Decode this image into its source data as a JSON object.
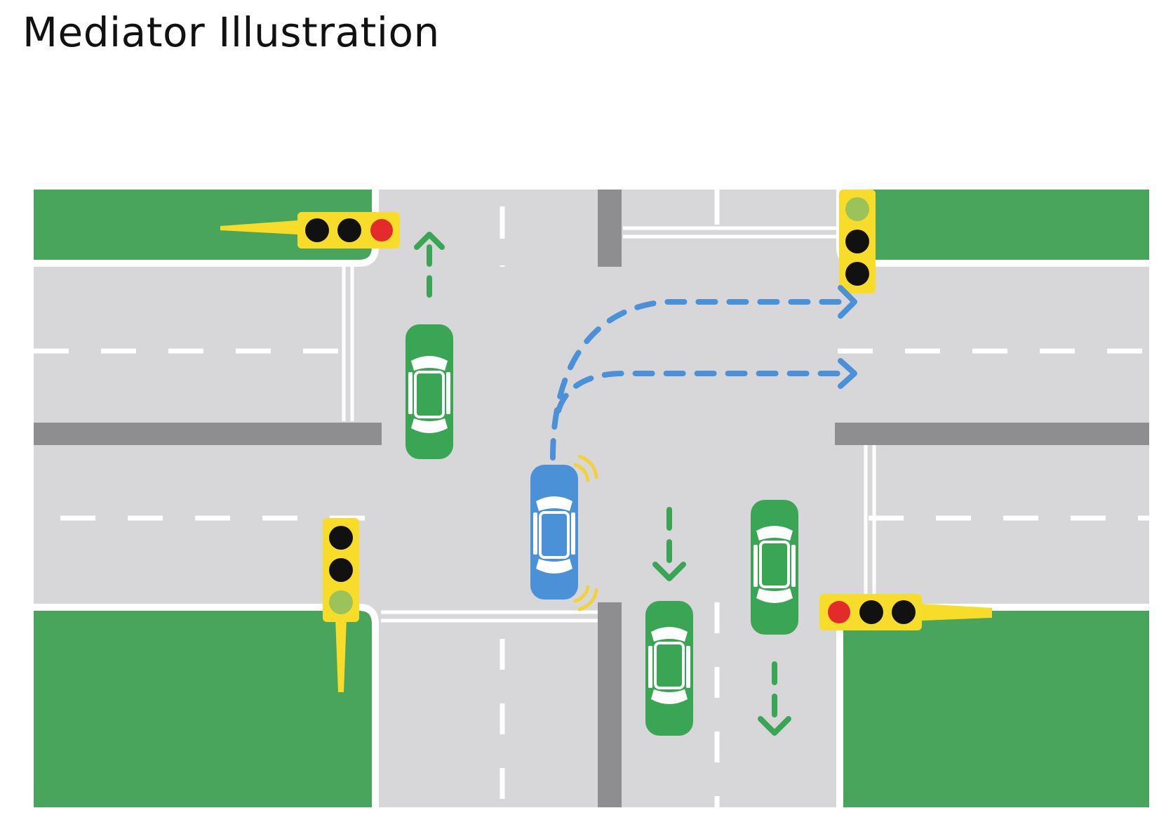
{
  "slide": {
    "title": "Mediator Illustration"
  },
  "colors": {
    "grass": "#48a55b",
    "road": "#d7d7da",
    "curb": "#ffffff",
    "median": "#8e8e91",
    "lane_dash": "#ffffff",
    "signal_body": "#f7dd2a",
    "light_off": "#111111",
    "light_red": "#e32b2b",
    "light_green": "#9bc35a",
    "car_green": "#3aa655",
    "car_blue": "#4b91d8",
    "path_green": "#3aa655",
    "path_blue": "#4b91d8",
    "sensor": "#f2d23c"
  },
  "diagram": {
    "signals": [
      {
        "name": "signal-top-left",
        "orientation": "horizontal",
        "lights": [
          "off",
          "off",
          "red"
        ]
      },
      {
        "name": "signal-top-right",
        "orientation": "vertical",
        "lights": [
          "green",
          "off",
          "off"
        ]
      },
      {
        "name": "signal-bottom-left",
        "orientation": "vertical",
        "lights": [
          "off",
          "off",
          "green"
        ]
      },
      {
        "name": "signal-bottom-right",
        "orientation": "horizontal",
        "lights": [
          "red",
          "off",
          "off"
        ]
      }
    ],
    "vehicles": [
      {
        "name": "car-green-northbound",
        "color": "green",
        "heading": "north"
      },
      {
        "name": "car-blue-center",
        "color": "blue",
        "heading": "north",
        "sensors": true
      },
      {
        "name": "car-green-southbound-left",
        "color": "green",
        "heading": "south"
      },
      {
        "name": "car-green-southbound-right",
        "color": "green",
        "heading": "south"
      }
    ],
    "paths": [
      {
        "name": "path-green-straight-north",
        "color": "green",
        "style": "dashed"
      },
      {
        "name": "path-blue-turn-upper",
        "color": "blue",
        "style": "dashed"
      },
      {
        "name": "path-blue-turn-lower",
        "color": "blue",
        "style": "dashed"
      },
      {
        "name": "path-green-south-left",
        "color": "green",
        "style": "dashed"
      },
      {
        "name": "path-green-south-right",
        "color": "green",
        "style": "dashed"
      }
    ]
  }
}
